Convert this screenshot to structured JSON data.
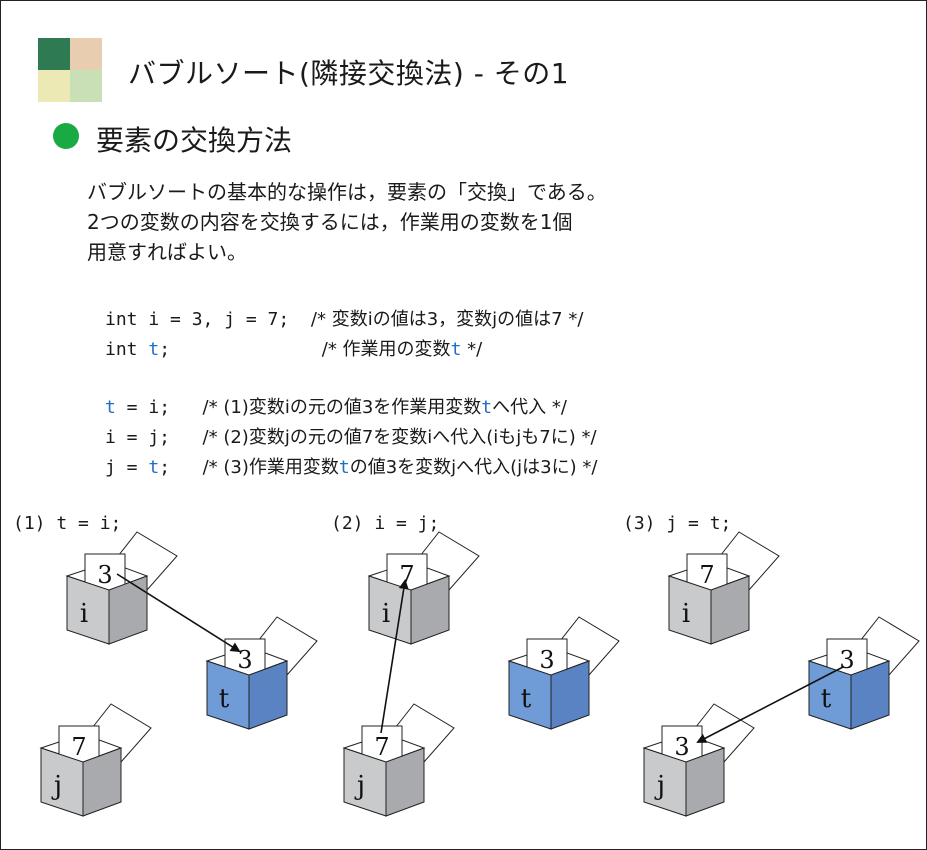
{
  "title": "バブルソート(隣接交換法) - その1",
  "subtitle": "要素の交換方法",
  "description": [
    "バブルソートの基本的な操作は，要素の「交換」である。",
    "2つの変数の内容を交換するには，作業用の変数を1個",
    "用意すればよい。"
  ],
  "colors": {
    "accent_green": "#1aaa44",
    "highlight_blue": "#1e6fc7",
    "box_gray": "#c9cacc",
    "box_gray_side": "#a9aaad",
    "box_blue": "#6f9bd6",
    "box_blue_side": "#5983c2",
    "logo": [
      "#2e7a52",
      "#e8cdb0",
      "#ece9b4",
      "#c9dfb5"
    ]
  },
  "code": {
    "line1": {
      "stmt": "int i = 3, j = 7;",
      "comment": "/* 変数iの値は3，変数jの値は7 */"
    },
    "line2": {
      "stmt_pre": "int ",
      "stmt_var": "t",
      "stmt_post": ";",
      "comment_pre": "/* 作業用の変数",
      "comment_var": "t",
      "comment_post": " */"
    },
    "line3": {
      "stmt_var": "t",
      "stmt_post": " = i;",
      "comment_pre": "/* (1)変数iの元の値3を作業用変数",
      "comment_var": "t",
      "comment_post": "へ代入 */"
    },
    "line4": {
      "stmt": "i = j;",
      "comment": "/* (2)変数jの元の値7を変数iへ代入(iもjも7に) */"
    },
    "line5": {
      "stmt_pre": "j = ",
      "stmt_var": "t",
      "stmt_post": ";",
      "comment_pre": "/* (3)作業用変数",
      "comment_var": "t",
      "comment_post": "の値3を変数jへ代入(jは3に) */"
    }
  },
  "steps": [
    {
      "label": "(1) t = i;",
      "boxes": {
        "i": "3",
        "t": "3",
        "j": "7"
      }
    },
    {
      "label": "(2) i = j;",
      "boxes": {
        "i": "7",
        "t": "3",
        "j": "7"
      }
    },
    {
      "label": "(3) j = t;",
      "boxes": {
        "i": "7",
        "t": "3",
        "j": "3"
      }
    }
  ],
  "box_labels": {
    "i": "i",
    "t": "t",
    "j": "j"
  }
}
